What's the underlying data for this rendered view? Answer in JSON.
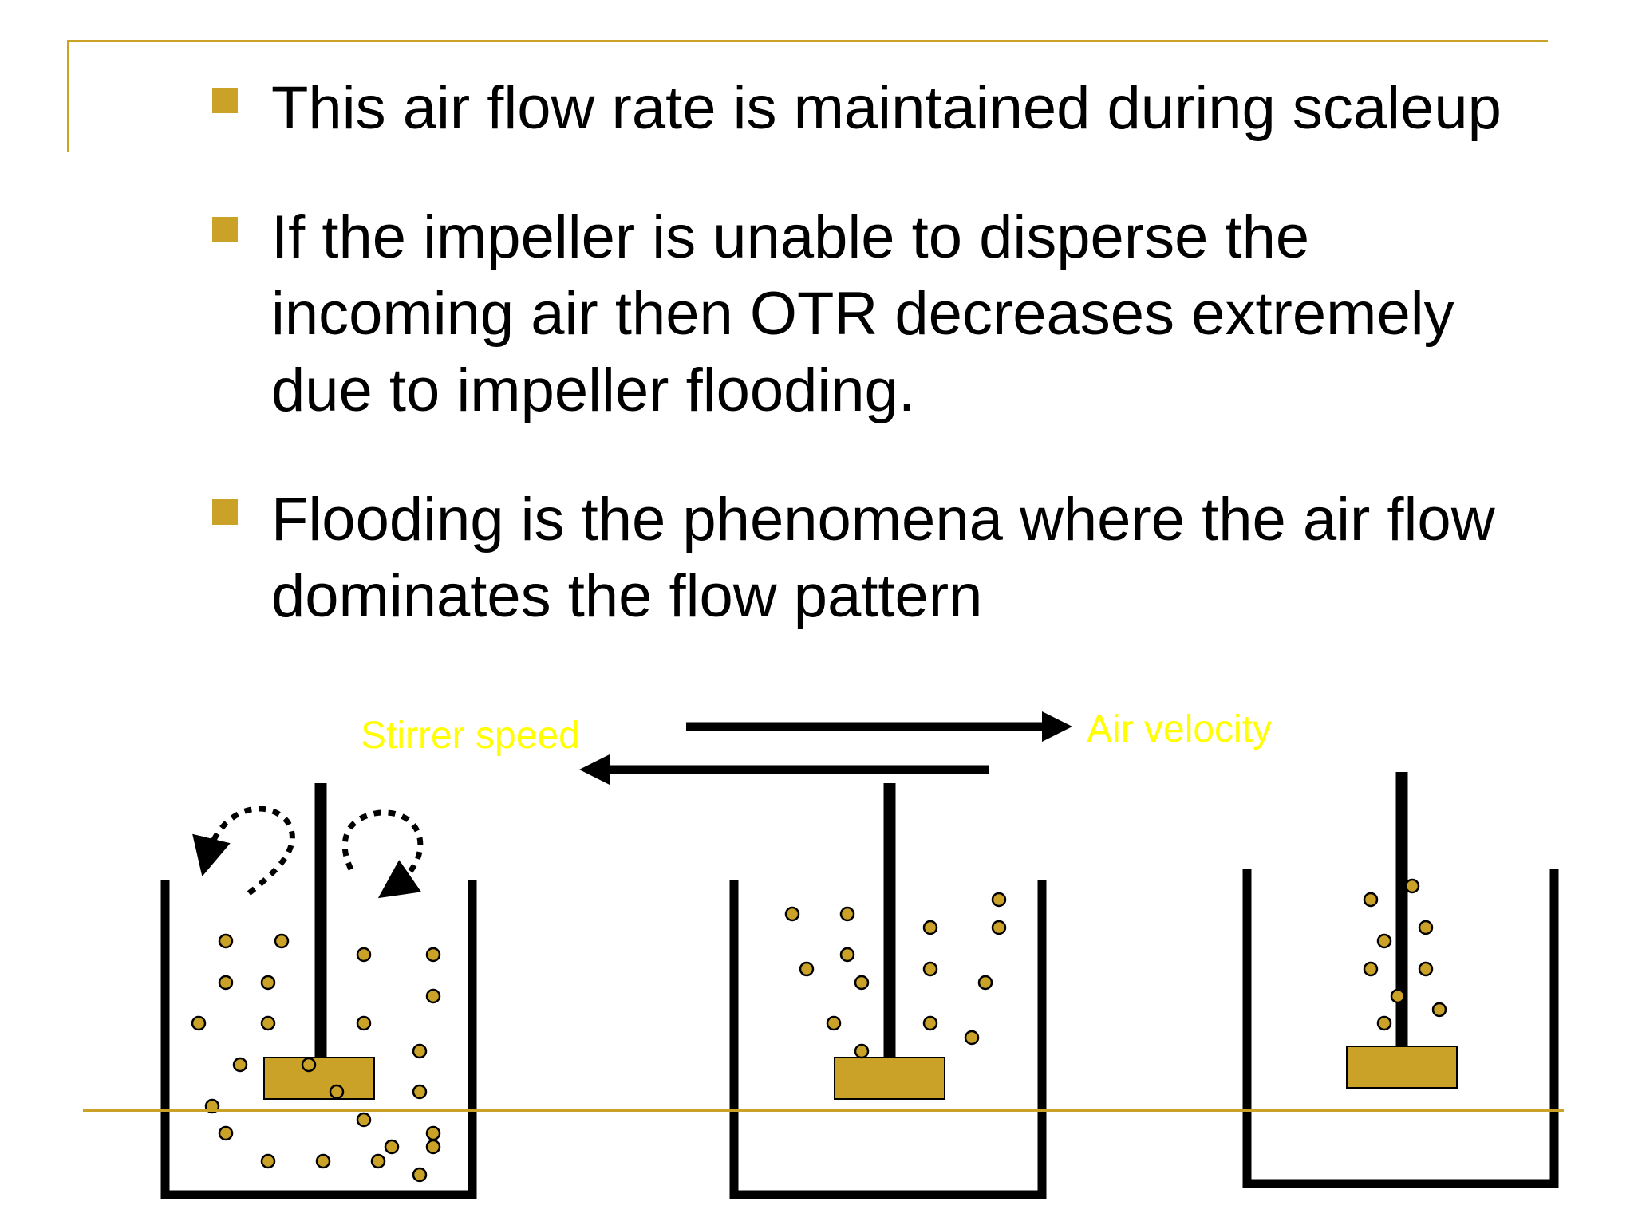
{
  "bullets": [
    {
      "text": "This air flow rate is maintained during scaleup"
    },
    {
      "text": "If the impeller is unable to disperse the incoming air then OTR decreases extremely due to impeller flooding."
    },
    {
      "text": "Flooding is the phenomena where the air flow dominates the flow pattern"
    }
  ],
  "diagram": {
    "stirrer_label": "Stirrer speed",
    "air_label": "Air velocity",
    "colors": {
      "accent": "#c9a227",
      "bubble": "#c9a227",
      "impeller": "#c9a227",
      "label": "#ffff00",
      "line": "#000000"
    }
  }
}
